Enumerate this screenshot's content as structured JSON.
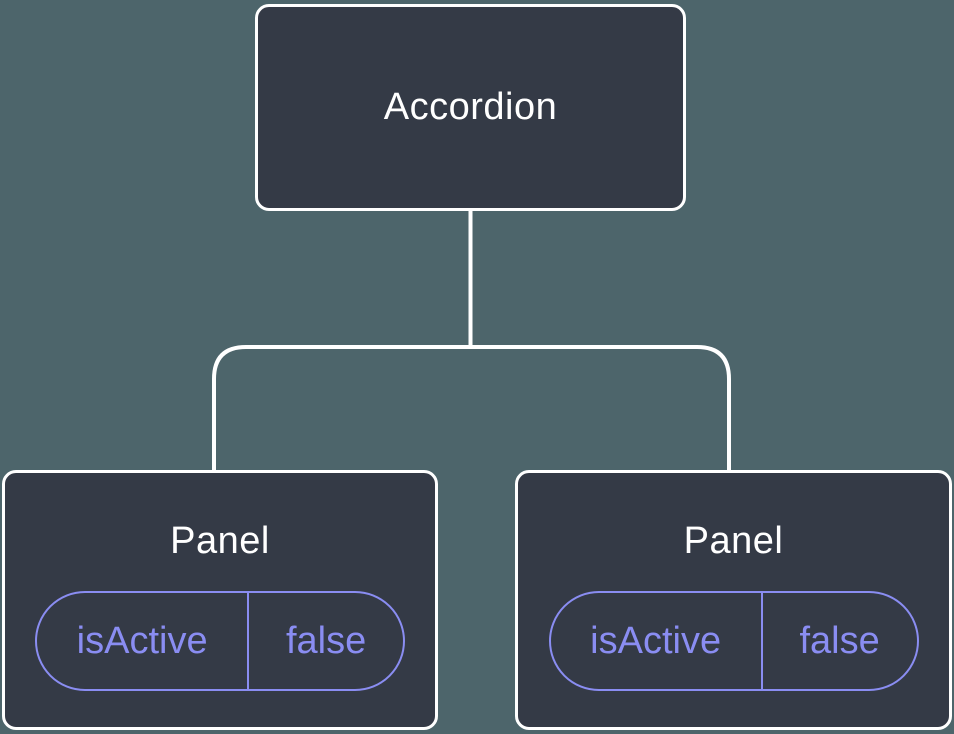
{
  "diagram": {
    "colors": {
      "background": "#4D656B",
      "node_fill": "#343A46",
      "node_border": "#FFFFFF",
      "connector": "#FFFFFF",
      "accent": "#8A8DF2"
    },
    "root": {
      "label": "Accordion"
    },
    "children": [
      {
        "label": "Panel",
        "state": {
          "key": "isActive",
          "value": "false"
        }
      },
      {
        "label": "Panel",
        "state": {
          "key": "isActive",
          "value": "false"
        }
      }
    ]
  }
}
